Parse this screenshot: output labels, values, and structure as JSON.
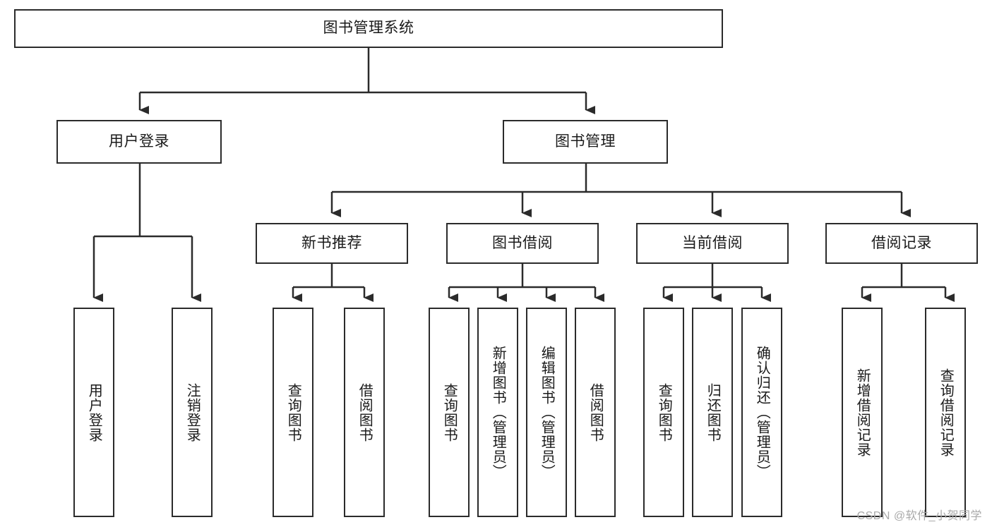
{
  "diagram": {
    "title": "图书管理系统",
    "type": "tree-hierarchy-diagram",
    "stroke_color": "#2b2b2b",
    "fill_color": "#ffffff",
    "text_color": "#1a1a1a"
  },
  "nodes": {
    "root": {
      "label": "图书管理系统"
    },
    "level2": [
      {
        "id": "user-login",
        "label": "用户登录"
      },
      {
        "id": "book-management",
        "label": "图书管理"
      }
    ],
    "level3": [
      {
        "id": "new-book-recommend",
        "label": "新书推荐"
      },
      {
        "id": "book-borrow",
        "label": "图书借阅"
      },
      {
        "id": "current-borrow",
        "label": "当前借阅"
      },
      {
        "id": "borrow-record",
        "label": "借阅记录"
      }
    ],
    "leaves": [
      {
        "id": "leaf-user-login",
        "label": "用户登录"
      },
      {
        "id": "leaf-logout-login",
        "label": "注销登录"
      },
      {
        "id": "leaf-query-book-1",
        "label": "查询图书"
      },
      {
        "id": "leaf-borrow-book-1",
        "label": "借阅图书"
      },
      {
        "id": "leaf-query-book-2",
        "label": "查询图书"
      },
      {
        "id": "leaf-add-book-admin",
        "label": "新增图书（管理员）"
      },
      {
        "id": "leaf-edit-book-admin",
        "label": "编辑图书（管理员）"
      },
      {
        "id": "leaf-borrow-book-2",
        "label": "借阅图书"
      },
      {
        "id": "leaf-query-book-3",
        "label": "查询图书"
      },
      {
        "id": "leaf-return-book",
        "label": "归还图书"
      },
      {
        "id": "leaf-confirm-return-admin",
        "label": "确认归还（管理员）"
      },
      {
        "id": "leaf-add-borrow-record",
        "label": "新增借阅记录"
      },
      {
        "id": "leaf-query-borrow-record",
        "label": "查询借阅记录"
      }
    ]
  },
  "watermark": {
    "text": "CSDN @软件_小贺同学"
  }
}
